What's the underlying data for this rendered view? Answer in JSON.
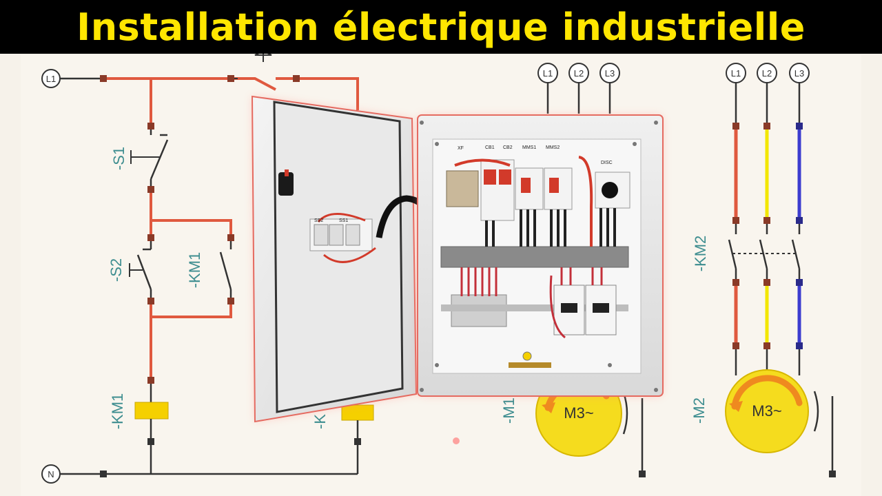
{
  "title": "Installation électrique industrielle",
  "colors": {
    "title_bg": "#000000",
    "title_text": "#ffe600",
    "wire_red": "#e0593f",
    "wire_yellow": "#f2e600",
    "wire_blue": "#3c3ccf",
    "wire_dark": "#333333",
    "terminal": "#8a3a28",
    "coil": "#f5d000",
    "label_teal": "#3d8d8f",
    "motor_fill": "#f5dc1e"
  },
  "control_circuit": {
    "phase_label": "L1",
    "neutral_label": "N",
    "switch1_label": "-S1",
    "switch2_label": "-S2",
    "aux_contact_label": "-KM1",
    "coil_label": "-KM1",
    "coil2_label": "-K"
  },
  "motor1": {
    "phases": [
      "L1",
      "L2",
      "L3"
    ],
    "label": "-M1",
    "text": "M3~"
  },
  "motor2": {
    "phases": [
      "L1",
      "L2",
      "L3"
    ],
    "contactor_label": "-KM2",
    "label": "-M2",
    "text": "M3~"
  },
  "panel": {
    "door_labels": [
      "SS2",
      "SS1"
    ],
    "component_labels": [
      "XF",
      "CB1",
      "CB2",
      "MMS1",
      "MMS2",
      "DISC"
    ]
  },
  "icons": [
    "ground-icon",
    "switch-icon",
    "motor-icon",
    "coil-icon",
    "terminal-icon"
  ]
}
